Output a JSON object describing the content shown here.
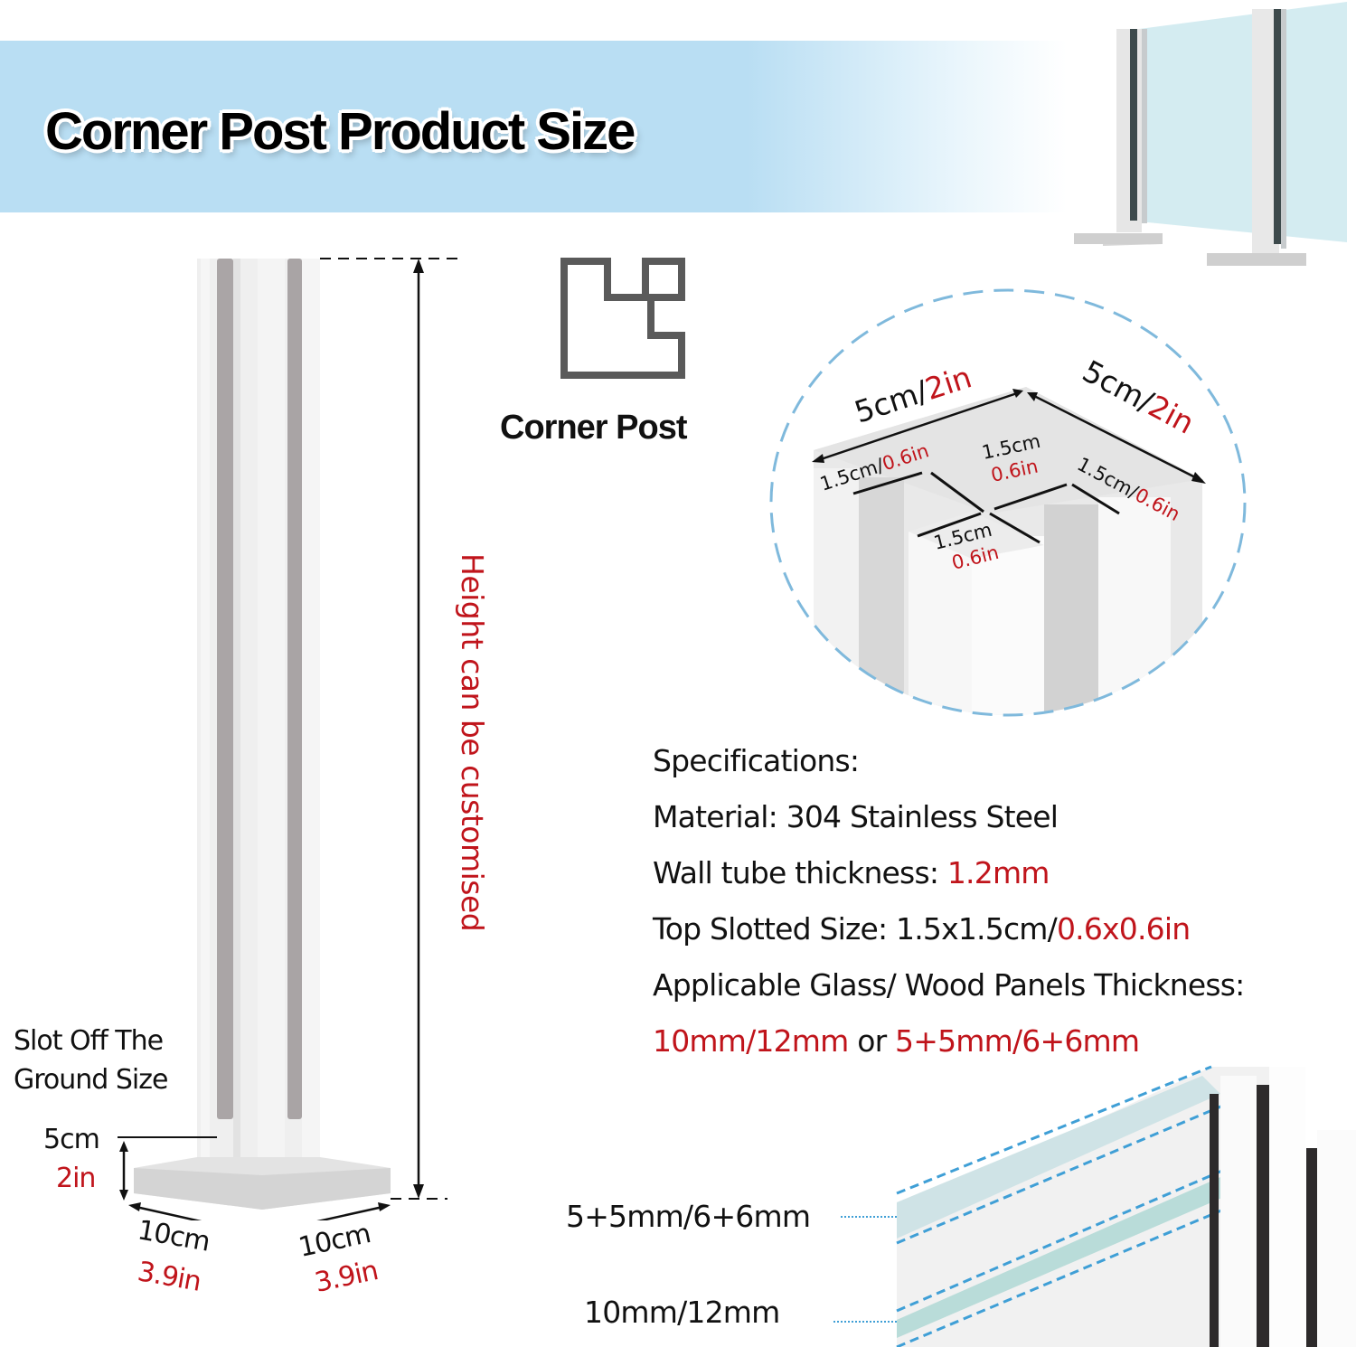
{
  "header": {
    "title": "Corner Post Product Size",
    "banner_color": "#b9def3"
  },
  "corner_post_icon": {
    "label": "Corner Post"
  },
  "post_diagram": {
    "height_note": "Height can be customised",
    "slot_label_line1": "Slot Off The",
    "slot_label_line2": "Ground Size",
    "slot_height_cm": "5cm",
    "slot_height_in": "2in",
    "base_left_cm": "10cm",
    "base_left_in": "3.9in",
    "base_right_cm": "10cm",
    "base_right_in": "3.9in"
  },
  "detail_circle": {
    "width_left": {
      "cm": "5cm/",
      "in": "2in"
    },
    "width_right": {
      "cm": "5cm/",
      "in": "2in"
    },
    "slot_a": {
      "cm": "1.5cm/",
      "in": "0.6in"
    },
    "slot_b": {
      "cm": "1.5cm",
      "in": "0.6in"
    },
    "slot_c": {
      "cm": "1.5cm/",
      "in": "0.6in"
    },
    "slot_d": {
      "cm": "1.5cm",
      "in": "0.6in"
    }
  },
  "specifications": {
    "heading": "Specifications:",
    "material": "Material: 304 Stainless Steel",
    "wall_label": "Wall tube thickness: ",
    "wall_value": "1.2mm",
    "slot_label": "Top Slotted Size: 1.5x1.5cm/",
    "slot_value": "0.6x0.6in",
    "panels_label": "Applicable Glass/ Wood Panels Thickness:",
    "panels_value_a": "10mm/12mm",
    "panels_or": " or ",
    "panels_value_b": "5+5mm/6+6mm"
  },
  "glass_diagram": {
    "label_double": "5+5mm/6+6mm",
    "label_single": "10mm/12mm"
  },
  "colors": {
    "accent_red": "#c0141b",
    "dash_blue": "#7fb9dc",
    "glass_blue": "#cfe9ef"
  }
}
